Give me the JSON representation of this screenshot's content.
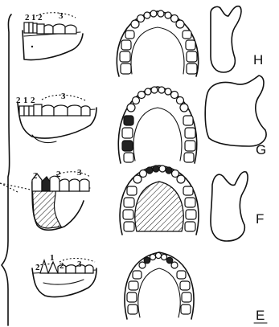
{
  "rows": [
    {
      "letter": "H",
      "labels": [
        "2",
        "1",
        "2",
        "3"
      ]
    },
    {
      "letter": "G",
      "labels": [
        "2",
        "1",
        "2",
        "3"
      ]
    },
    {
      "letter": "F",
      "labels": [
        "2",
        "2",
        "3"
      ]
    },
    {
      "letter": "E",
      "labels": [
        "1",
        "2",
        "2",
        "3"
      ]
    }
  ],
  "colors": {
    "ink": "#111111",
    "paper": "#ffffff"
  }
}
